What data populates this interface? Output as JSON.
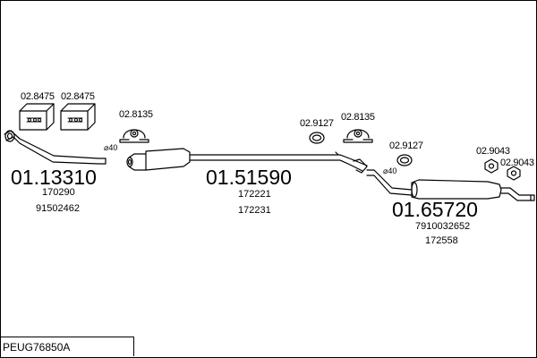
{
  "reference": "PEUG76850A",
  "sections": [
    {
      "id": "front",
      "code": "01.13310",
      "refs": [
        "170290",
        "91502462"
      ],
      "dia": "⌀40"
    },
    {
      "id": "middle",
      "code": "01.51590",
      "refs": [
        "172221",
        "172231"
      ],
      "dia": "⌀40"
    },
    {
      "id": "rear",
      "code": "01.65720",
      "refs": [
        "7910032652",
        "172558"
      ]
    }
  ],
  "accessories": [
    {
      "id": "kit-a",
      "code": "02.8475",
      "icon": "fitting-kit-box-icon"
    },
    {
      "id": "kit-b",
      "code": "02.8475",
      "icon": "fitting-kit-box-icon"
    },
    {
      "id": "clamp-a",
      "code": "02.8135",
      "icon": "pipe-clamp-icon"
    },
    {
      "id": "ring-a",
      "code": "02.9127",
      "icon": "sealing-ring-icon"
    },
    {
      "id": "clamp-b",
      "code": "02.8135",
      "icon": "pipe-clamp-icon"
    },
    {
      "id": "ring-b",
      "code": "02.9127",
      "icon": "sealing-ring-icon"
    },
    {
      "id": "mount-a",
      "code": "02.9043",
      "icon": "rubber-mount-icon"
    },
    {
      "id": "mount-b",
      "code": "02.9043",
      "icon": "rubber-mount-icon"
    }
  ]
}
